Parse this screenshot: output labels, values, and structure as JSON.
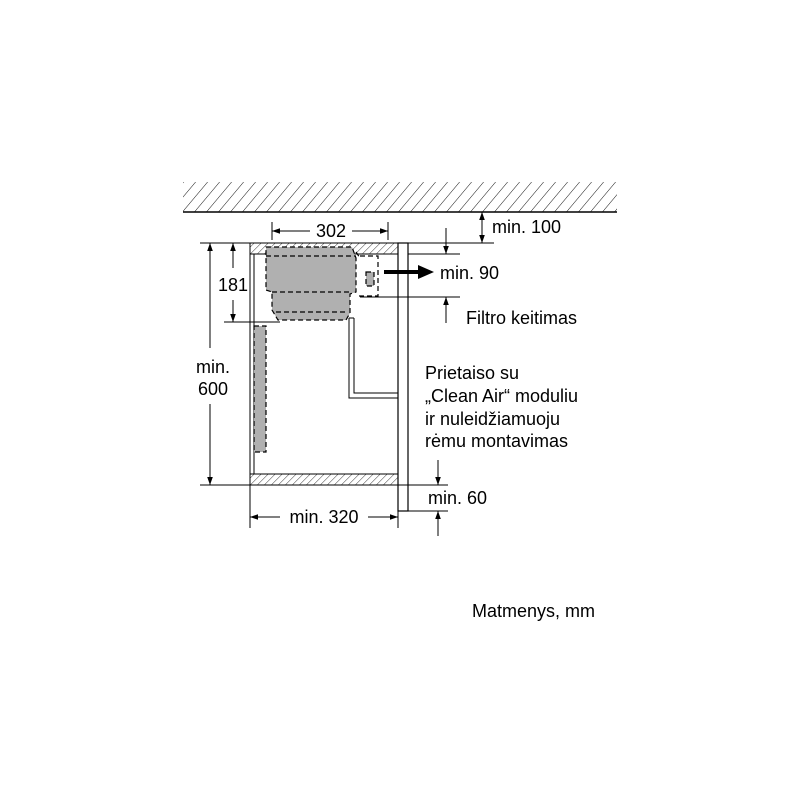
{
  "labels": {
    "ceiling_clearance": "min. 100",
    "width_302": "302",
    "height_181": "181",
    "height_600_line1": "min.",
    "height_600_line2": "600",
    "depth_320": "min. 320",
    "side_90": "min. 90",
    "bottom_60": "min. 60",
    "filter_change": "Filtro keitimas",
    "description": [
      "Prietaiso su",
      "„Clean Air“ moduliu",
      "ir nuleidžiamuoju",
      "rėmu montavimas"
    ],
    "units": "Matmenys, mm"
  }
}
